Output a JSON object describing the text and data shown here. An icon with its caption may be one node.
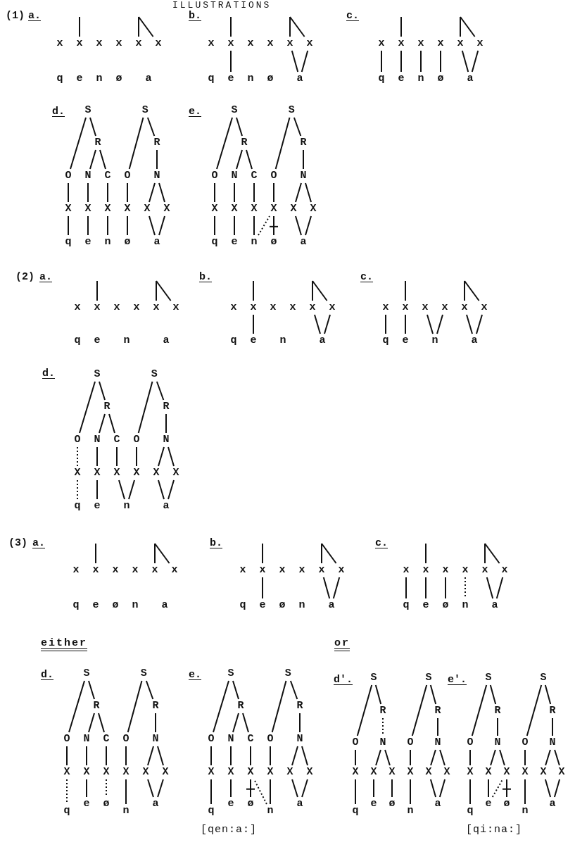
{
  "diagram": {
    "title": "ILLUSTRATIONS",
    "nodes": [
      {
        "text": [
          "x"
        ]
      },
      {
        "text": [
          "x"
        ]
      },
      {
        "text": [
          "x"
        ]
      },
      {
        "text": [
          "x"
        ]
      },
      {
        "text": [
          "x"
        ]
      },
      {
        "text": [
          "x"
        ]
      },
      {
        "text": [
          "q"
        ]
      },
      {
        "text": [
          "e"
        ]
      },
      {
        "text": [
          "n"
        ]
      },
      {
        "text": [
          "ø"
        ]
      },
      {
        "text": [
          "a"
        ]
      },
      {
        "text": [
          "x"
        ]
      },
      {
        "text": [
          "x"
        ]
      },
      {
        "text": [
          "x"
        ]
      },
      {
        "text": [
          "x"
        ]
      },
      {
        "text": [
          "x"
        ]
      },
      {
        "text": [
          "x"
        ]
      },
      {
        "text": [
          "q"
        ]
      },
      {
        "text": [
          "e"
        ]
      },
      {
        "text": [
          "n"
        ]
      },
      {
        "text": [
          "ø"
        ]
      },
      {
        "text": [
          "a"
        ]
      },
      {
        "text": [
          "x"
        ]
      },
      {
        "text": [
          "x"
        ]
      },
      {
        "text": [
          "x"
        ]
      },
      {
        "text": [
          "x"
        ]
      },
      {
        "text": [
          "x"
        ]
      },
      {
        "text": [
          "x"
        ]
      },
      {
        "text": [
          "q"
        ]
      },
      {
        "text": [
          "e"
        ]
      },
      {
        "text": [
          "n"
        ]
      },
      {
        "text": [
          "ø"
        ]
      },
      {
        "text": [
          "a"
        ]
      },
      {
        "text": [
          "S"
        ]
      },
      {
        "text": [
          "S"
        ]
      },
      {
        "text": [
          "R"
        ]
      },
      {
        "text": [
          "R"
        ]
      },
      {
        "text": [
          "O"
        ]
      },
      {
        "text": [
          "N"
        ]
      },
      {
        "text": [
          "C"
        ]
      },
      {
        "text": [
          "O"
        ]
      },
      {
        "text": [
          "N"
        ]
      },
      {
        "text": [
          "X"
        ]
      },
      {
        "text": [
          "X"
        ]
      },
      {
        "text": [
          "X"
        ]
      },
      {
        "text": [
          "X"
        ]
      },
      {
        "text": [
          "X"
        ]
      },
      {
        "text": [
          "X"
        ]
      },
      {
        "text": [
          "q"
        ]
      },
      {
        "text": [
          "e"
        ]
      },
      {
        "text": [
          "n"
        ]
      },
      {
        "text": [
          "ø"
        ]
      },
      {
        "text": [
          "a"
        ]
      },
      {
        "text": [
          "S"
        ]
      },
      {
        "text": [
          "S"
        ]
      },
      {
        "text": [
          "R"
        ]
      },
      {
        "text": [
          "R"
        ]
      },
      {
        "text": [
          "O"
        ]
      },
      {
        "text": [
          "N"
        ]
      },
      {
        "text": [
          "C"
        ]
      },
      {
        "text": [
          "O"
        ]
      },
      {
        "text": [
          "N"
        ]
      },
      {
        "text": [
          "X"
        ]
      },
      {
        "text": [
          "X"
        ]
      },
      {
        "text": [
          "X"
        ]
      },
      {
        "text": [
          "X"
        ]
      },
      {
        "text": [
          "X"
        ]
      },
      {
        "text": [
          "X"
        ]
      },
      {
        "text": [
          "q"
        ]
      },
      {
        "text": [
          "e"
        ]
      },
      {
        "text": [
          "n"
        ]
      },
      {
        "text": [
          "ø"
        ]
      },
      {
        "text": [
          "a"
        ]
      },
      {
        "text": [
          "x"
        ]
      },
      {
        "text": [
          "x"
        ]
      },
      {
        "text": [
          "x"
        ]
      },
      {
        "text": [
          "x"
        ]
      },
      {
        "text": [
          "x"
        ]
      },
      {
        "text": [
          "x"
        ]
      },
      {
        "text": [
          "q"
        ]
      },
      {
        "text": [
          "e"
        ]
      },
      {
        "text": [
          "n"
        ]
      },
      {
        "text": [
          "a"
        ]
      },
      {
        "text": [
          "x"
        ]
      },
      {
        "text": [
          "x"
        ]
      },
      {
        "text": [
          "x"
        ]
      },
      {
        "text": [
          "x"
        ]
      },
      {
        "text": [
          "x"
        ]
      },
      {
        "text": [
          "x"
        ]
      },
      {
        "text": [
          "q"
        ]
      },
      {
        "text": [
          "e"
        ]
      },
      {
        "text": [
          "n"
        ]
      },
      {
        "text": [
          "a"
        ]
      },
      {
        "text": [
          "x"
        ]
      },
      {
        "text": [
          "x"
        ]
      },
      {
        "text": [
          "x"
        ]
      },
      {
        "text": [
          "x"
        ]
      },
      {
        "text": [
          "x"
        ]
      },
      {
        "text": [
          "x"
        ]
      },
      {
        "text": [
          "q"
        ]
      },
      {
        "text": [
          "e"
        ]
      },
      {
        "text": [
          "n"
        ]
      },
      {
        "text": [
          "a"
        ]
      },
      {
        "text": [
          "S"
        ]
      },
      {
        "text": [
          "S"
        ]
      },
      {
        "text": [
          "R"
        ]
      },
      {
        "text": [
          "R"
        ]
      },
      {
        "text": [
          "O"
        ]
      },
      {
        "text": [
          "N"
        ]
      },
      {
        "text": [
          "C"
        ]
      },
      {
        "text": [
          "O"
        ]
      },
      {
        "text": [
          "N"
        ]
      },
      {
        "text": [
          "X"
        ]
      },
      {
        "text": [
          "X"
        ]
      },
      {
        "text": [
          "X"
        ]
      },
      {
        "text": [
          "X"
        ]
      },
      {
        "text": [
          "X"
        ]
      },
      {
        "text": [
          "X"
        ]
      },
      {
        "text": [
          "q"
        ]
      },
      {
        "text": [
          "e"
        ]
      },
      {
        "text": [
          "n"
        ]
      },
      {
        "text": [
          "a"
        ]
      },
      {
        "text": [
          "x"
        ]
      },
      {
        "text": [
          "x"
        ]
      },
      {
        "text": [
          "x"
        ]
      },
      {
        "text": [
          "x"
        ]
      },
      {
        "text": [
          "x"
        ]
      },
      {
        "text": [
          "x"
        ]
      },
      {
        "text": [
          "q"
        ]
      },
      {
        "text": [
          "e"
        ]
      },
      {
        "text": [
          "ø"
        ]
      },
      {
        "text": [
          "n"
        ]
      },
      {
        "text": [
          "a"
        ]
      },
      {
        "text": [
          "x"
        ]
      },
      {
        "text": [
          "x"
        ]
      },
      {
        "text": [
          "x"
        ]
      },
      {
        "text": [
          "x"
        ]
      },
      {
        "text": [
          "x"
        ]
      },
      {
        "text": [
          "x"
        ]
      },
      {
        "text": [
          "q"
        ]
      },
      {
        "text": [
          "e"
        ]
      },
      {
        "text": [
          "ø"
        ]
      },
      {
        "text": [
          "n"
        ]
      },
      {
        "text": [
          "a"
        ]
      },
      {
        "text": [
          "x"
        ]
      },
      {
        "text": [
          "x"
        ]
      },
      {
        "text": [
          "x"
        ]
      },
      {
        "text": [
          "x"
        ]
      },
      {
        "text": [
          "x"
        ]
      },
      {
        "text": [
          "x"
        ]
      },
      {
        "text": [
          "q"
        ]
      },
      {
        "text": [
          "e"
        ]
      },
      {
        "text": [
          "ø"
        ]
      },
      {
        "text": [
          "n"
        ]
      },
      {
        "text": [
          "a"
        ]
      },
      {
        "text": [
          "S"
        ]
      },
      {
        "text": [
          "S"
        ]
      },
      {
        "text": [
          "R"
        ]
      },
      {
        "text": [
          "R"
        ]
      },
      {
        "text": [
          "O"
        ]
      },
      {
        "text": [
          "N"
        ]
      },
      {
        "text": [
          "C"
        ]
      },
      {
        "text": [
          "O"
        ]
      },
      {
        "text": [
          "N"
        ]
      },
      {
        "text": [
          "X"
        ]
      },
      {
        "text": [
          "X"
        ]
      },
      {
        "text": [
          "X"
        ]
      },
      {
        "text": [
          "X"
        ]
      },
      {
        "text": [
          "X"
        ]
      },
      {
        "text": [
          "X"
        ]
      },
      {
        "text": [
          "q"
        ]
      },
      {
        "text": [
          "e"
        ]
      },
      {
        "text": [
          "ø"
        ]
      },
      {
        "text": [
          "n"
        ]
      },
      {
        "text": [
          "a"
        ]
      },
      {
        "text": [
          "S"
        ]
      },
      {
        "text": [
          "S"
        ]
      },
      {
        "text": [
          "R"
        ]
      },
      {
        "text": [
          "R"
        ]
      },
      {
        "text": [
          "O"
        ]
      },
      {
        "text": [
          "N"
        ]
      },
      {
        "text": [
          "C"
        ]
      },
      {
        "text": [
          "O"
        ]
      },
      {
        "text": [
          "N"
        ]
      },
      {
        "text": [
          "X"
        ]
      },
      {
        "text": [
          "X"
        ]
      },
      {
        "text": [
          "X"
        ]
      },
      {
        "text": [
          "X"
        ]
      },
      {
        "text": [
          "X"
        ]
      },
      {
        "text": [
          "X"
        ]
      },
      {
        "text": [
          "q"
        ]
      },
      {
        "text": [
          "e"
        ]
      },
      {
        "text": [
          "ø"
        ]
      },
      {
        "text": [
          "n"
        ]
      },
      {
        "text": [
          "a"
        ]
      },
      {
        "text": [
          "S"
        ]
      },
      {
        "text": [
          "S"
        ]
      },
      {
        "text": [
          "R"
        ]
      },
      {
        "text": [
          "R"
        ]
      },
      {
        "text": [
          "O"
        ]
      },
      {
        "text": [
          "N"
        ]
      },
      {
        "text": [
          "O"
        ]
      },
      {
        "text": [
          "N"
        ]
      },
      {
        "text": [
          "X"
        ]
      },
      {
        "text": [
          "X"
        ]
      },
      {
        "text": [
          "X"
        ]
      },
      {
        "text": [
          "X"
        ]
      },
      {
        "text": [
          "X"
        ]
      },
      {
        "text": [
          "X"
        ]
      },
      {
        "text": [
          "q"
        ]
      },
      {
        "text": [
          "e"
        ]
      },
      {
        "text": [
          "ø"
        ]
      },
      {
        "text": [
          "n"
        ]
      },
      {
        "text": [
          "a"
        ]
      },
      {
        "text": [
          "S"
        ]
      },
      {
        "text": [
          "S"
        ]
      },
      {
        "text": [
          "R"
        ]
      },
      {
        "text": [
          "R"
        ]
      },
      {
        "text": [
          "O"
        ]
      },
      {
        "text": [
          "N"
        ]
      },
      {
        "text": [
          "O"
        ]
      },
      {
        "text": [
          "N"
        ]
      },
      {
        "text": [
          "X"
        ]
      },
      {
        "text": [
          "X"
        ]
      },
      {
        "text": [
          "X"
        ]
      },
      {
        "text": [
          "X"
        ]
      },
      {
        "text": [
          "X"
        ]
      },
      {
        "text": [
          "X"
        ]
      },
      {
        "text": [
          "q"
        ]
      },
      {
        "text": [
          "e"
        ]
      },
      {
        "text": [
          "ø"
        ]
      },
      {
        "text": [
          "n"
        ]
      },
      {
        "text": [
          "a"
        ]
      }
    ],
    "edges": [
      {
        "from": null,
        "to": 1,
        "arrow": "none"
      },
      {
        "from": null,
        "to": 4,
        "arrow": "none"
      },
      {
        "from": null,
        "to": 5,
        "arrow": "none"
      },
      {
        "from": null,
        "to": 12,
        "arrow": "none"
      },
      {
        "from": null,
        "to": 15,
        "arrow": "none"
      },
      {
        "from": null,
        "to": 16,
        "arrow": "none"
      },
      {
        "from": 12,
        "to": 18,
        "arrow": "none"
      },
      {
        "from": 15,
        "to": 21,
        "arrow": "none"
      },
      {
        "from": 16,
        "to": 21,
        "arrow": "none"
      },
      {
        "from": null,
        "to": 23,
        "arrow": "none"
      },
      {
        "from": null,
        "to": 26,
        "arrow": "none"
      },
      {
        "from": null,
        "to": 27,
        "arrow": "none"
      },
      {
        "from": 22,
        "to": 28,
        "arrow": "none"
      },
      {
        "from": 23,
        "to": 29,
        "arrow": "none"
      },
      {
        "from": 24,
        "to": 30,
        "arrow": "none"
      },
      {
        "from": 25,
        "to": 31,
        "arrow": "none"
      },
      {
        "from": 26,
        "to": 32,
        "arrow": "none"
      },
      {
        "from": 27,
        "to": 32,
        "arrow": "none"
      },
      {
        "from": 33,
        "to": 37,
        "arrow": "none"
      },
      {
        "from": 33,
        "to": 35,
        "arrow": "none"
      },
      {
        "from": 35,
        "to": 38,
        "arrow": "none"
      },
      {
        "from": 35,
        "to": 39,
        "arrow": "none"
      },
      {
        "from": 34,
        "to": 40,
        "arrow": "none"
      },
      {
        "from": 34,
        "to": 36,
        "arrow": "none"
      },
      {
        "from": 36,
        "to": 41,
        "arrow": "none"
      },
      {
        "from": 37,
        "to": 42,
        "arrow": "none"
      },
      {
        "from": 38,
        "to": 43,
        "arrow": "none"
      },
      {
        "from": 39,
        "to": 44,
        "arrow": "none"
      },
      {
        "from": 40,
        "to": 45,
        "arrow": "none"
      },
      {
        "from": 41,
        "to": 46,
        "arrow": "none"
      },
      {
        "from": 41,
        "to": 47,
        "arrow": "none"
      },
      {
        "from": 42,
        "to": 48,
        "arrow": "none"
      },
      {
        "from": 43,
        "to": 49,
        "arrow": "none"
      },
      {
        "from": 44,
        "to": 50,
        "arrow": "none"
      },
      {
        "from": 45,
        "to": 51,
        "arrow": "none"
      },
      {
        "from": 46,
        "to": 52,
        "arrow": "none"
      },
      {
        "from": 47,
        "to": 52,
        "arrow": "none"
      },
      {
        "from": 53,
        "to": 57,
        "arrow": "none"
      },
      {
        "from": 53,
        "to": 55,
        "arrow": "none"
      },
      {
        "from": 55,
        "to": 58,
        "arrow": "none"
      },
      {
        "from": 55,
        "to": 59,
        "arrow": "none"
      },
      {
        "from": 54,
        "to": 60,
        "arrow": "none"
      },
      {
        "from": 54,
        "to": 56,
        "arrow": "none"
      },
      {
        "from": 56,
        "to": 61,
        "arrow": "none"
      },
      {
        "from": 57,
        "to": 62,
        "arrow": "none"
      },
      {
        "from": 58,
        "to": 63,
        "arrow": "none"
      },
      {
        "from": 59,
        "to": 64,
        "arrow": "none"
      },
      {
        "from": 60,
        "to": 65,
        "arrow": "none"
      },
      {
        "from": 61,
        "to": 66,
        "arrow": "none"
      },
      {
        "from": 61,
        "to": 67,
        "arrow": "none"
      },
      {
        "from": 62,
        "to": 68,
        "arrow": "none"
      },
      {
        "from": 63,
        "to": 69,
        "arrow": "none"
      },
      {
        "from": 64,
        "to": 70,
        "arrow": "none"
      },
      {
        "from": 65,
        "to": 71,
        "arrow": "none"
      },
      {
        "from": 70,
        "to": 65,
        "arrow": "none",
        "style": "dashed"
      },
      {
        "from": 66,
        "to": 72,
        "arrow": "none"
      },
      {
        "from": 67,
        "to": 72,
        "arrow": "none"
      },
      {
        "from": null,
        "to": 74,
        "arrow": "none"
      },
      {
        "from": null,
        "to": 77,
        "arrow": "none"
      },
      {
        "from": null,
        "to": 78,
        "arrow": "none"
      },
      {
        "from": null,
        "to": 84,
        "arrow": "none"
      },
      {
        "from": null,
        "to": 87,
        "arrow": "none"
      },
      {
        "from": null,
        "to": 88,
        "arrow": "none"
      },
      {
        "from": 84,
        "to": 90,
        "arrow": "none"
      },
      {
        "from": 87,
        "to": 92,
        "arrow": "none"
      },
      {
        "from": 88,
        "to": 92,
        "arrow": "none"
      },
      {
        "from": null,
        "to": 94,
        "arrow": "none"
      },
      {
        "from": null,
        "to": 97,
        "arrow": "none"
      },
      {
        "from": null,
        "to": 98,
        "arrow": "none"
      },
      {
        "from": 93,
        "to": 99,
        "arrow": "none"
      },
      {
        "from": 94,
        "to": 100,
        "arrow": "none"
      },
      {
        "from": 95,
        "to": 101,
        "arrow": "none"
      },
      {
        "from": 96,
        "to": 101,
        "arrow": "none"
      },
      {
        "from": 97,
        "to": 102,
        "arrow": "none"
      },
      {
        "from": 98,
        "to": 102,
        "arrow": "none"
      },
      {
        "from": 103,
        "to": 107,
        "arrow": "none"
      },
      {
        "from": 103,
        "to": 105,
        "arrow": "none"
      },
      {
        "from": 105,
        "to": 108,
        "arrow": "none"
      },
      {
        "from": 105,
        "to": 109,
        "arrow": "none"
      },
      {
        "from": 104,
        "to": 110,
        "arrow": "none"
      },
      {
        "from": 104,
        "to": 106,
        "arrow": "none"
      },
      {
        "from": 106,
        "to": 111,
        "arrow": "none"
      },
      {
        "from": 107,
        "to": 112,
        "arrow": "none",
        "style": "dashed"
      },
      {
        "from": 108,
        "to": 113,
        "arrow": "none"
      },
      {
        "from": 109,
        "to": 114,
        "arrow": "none"
      },
      {
        "from": 110,
        "to": 115,
        "arrow": "none"
      },
      {
        "from": 111,
        "to": 116,
        "arrow": "none"
      },
      {
        "from": 111,
        "to": 117,
        "arrow": "none"
      },
      {
        "from": 112,
        "to": 118,
        "arrow": "none",
        "style": "dashed"
      },
      {
        "from": 113,
        "to": 119,
        "arrow": "none"
      },
      {
        "from": 114,
        "to": 120,
        "arrow": "none"
      },
      {
        "from": 115,
        "to": 120,
        "arrow": "none"
      },
      {
        "from": 116,
        "to": 121,
        "arrow": "none"
      },
      {
        "from": 117,
        "to": 121,
        "arrow": "none"
      },
      {
        "from": null,
        "to": 123,
        "arrow": "none"
      },
      {
        "from": null,
        "to": 126,
        "arrow": "none"
      },
      {
        "from": null,
        "to": 127,
        "arrow": "none"
      },
      {
        "from": null,
        "to": 134,
        "arrow": "none"
      },
      {
        "from": null,
        "to": 137,
        "arrow": "none"
      },
      {
        "from": null,
        "to": 138,
        "arrow": "none"
      },
      {
        "from": 134,
        "to": 140,
        "arrow": "none"
      },
      {
        "from": 137,
        "to": 143,
        "arrow": "none"
      },
      {
        "from": 138,
        "to": 143,
        "arrow": "none"
      },
      {
        "from": null,
        "to": 145,
        "arrow": "none"
      },
      {
        "from": null,
        "to": 148,
        "arrow": "none"
      },
      {
        "from": null,
        "to": 149,
        "arrow": "none"
      },
      {
        "from": 144,
        "to": 150,
        "arrow": "none"
      },
      {
        "from": 145,
        "to": 151,
        "arrow": "none"
      },
      {
        "from": 146,
        "to": 152,
        "arrow": "none"
      },
      {
        "from": 147,
        "to": 153,
        "arrow": "none",
        "style": "dashed"
      },
      {
        "from": 148,
        "to": 154,
        "arrow": "none"
      },
      {
        "from": 149,
        "to": 154,
        "arrow": "none"
      },
      {
        "from": 155,
        "to": 159,
        "arrow": "none"
      },
      {
        "from": 155,
        "to": 157,
        "arrow": "none"
      },
      {
        "from": 157,
        "to": 160,
        "arrow": "none"
      },
      {
        "from": 157,
        "to": 161,
        "arrow": "none"
      },
      {
        "from": 156,
        "to": 162,
        "arrow": "none"
      },
      {
        "from": 156,
        "to": 158,
        "arrow": "none"
      },
      {
        "from": 158,
        "to": 163,
        "arrow": "none"
      },
      {
        "from": 159,
        "to": 164,
        "arrow": "none"
      },
      {
        "from": 160,
        "to": 165,
        "arrow": "none"
      },
      {
        "from": 161,
        "to": 166,
        "arrow": "none"
      },
      {
        "from": 162,
        "to": 167,
        "arrow": "none"
      },
      {
        "from": 163,
        "to": 168,
        "arrow": "none"
      },
      {
        "from": 163,
        "to": 169,
        "arrow": "none"
      },
      {
        "from": 164,
        "to": 170,
        "arrow": "none",
        "style": "dashed"
      },
      {
        "from": 165,
        "to": 171,
        "arrow": "none"
      },
      {
        "from": 166,
        "to": 172,
        "arrow": "none",
        "style": "dashed"
      },
      {
        "from": 167,
        "to": 173,
        "arrow": "none"
      },
      {
        "from": 168,
        "to": 174,
        "arrow": "none"
      },
      {
        "from": 169,
        "to": 174,
        "arrow": "none"
      },
      {
        "from": 175,
        "to": 179,
        "arrow": "none"
      },
      {
        "from": 175,
        "to": 177,
        "arrow": "none"
      },
      {
        "from": 177,
        "to": 180,
        "arrow": "none"
      },
      {
        "from": 177,
        "to": 181,
        "arrow": "none"
      },
      {
        "from": 176,
        "to": 182,
        "arrow": "none"
      },
      {
        "from": 176,
        "to": 178,
        "arrow": "none"
      },
      {
        "from": 178,
        "to": 183,
        "arrow": "none"
      },
      {
        "from": 179,
        "to": 184,
        "arrow": "none"
      },
      {
        "from": 180,
        "to": 185,
        "arrow": "none"
      },
      {
        "from": 181,
        "to": 186,
        "arrow": "none"
      },
      {
        "from": 182,
        "to": 187,
        "arrow": "none"
      },
      {
        "from": 183,
        "to": 188,
        "arrow": "none"
      },
      {
        "from": 183,
        "to": 189,
        "arrow": "none"
      },
      {
        "from": 184,
        "to": 190,
        "arrow": "none"
      },
      {
        "from": 185,
        "to": 191,
        "arrow": "none"
      },
      {
        "from": 186,
        "to": 192,
        "arrow": "none"
      },
      {
        "from": 193,
        "to": 186,
        "arrow": "none",
        "style": "dashed"
      },
      {
        "from": 187,
        "to": 193,
        "arrow": "none"
      },
      {
        "from": 188,
        "to": 194,
        "arrow": "none"
      },
      {
        "from": 189,
        "to": 194,
        "arrow": "none"
      },
      {
        "from": 195,
        "to": 199,
        "arrow": "none"
      },
      {
        "from": 195,
        "to": 197,
        "arrow": "none"
      },
      {
        "from": 197,
        "to": 200,
        "arrow": "none",
        "style": "dashed"
      },
      {
        "from": 196,
        "to": 201,
        "arrow": "none"
      },
      {
        "from": 196,
        "to": 198,
        "arrow": "none"
      },
      {
        "from": 198,
        "to": 202,
        "arrow": "none"
      },
      {
        "from": 199,
        "to": 203,
        "arrow": "none"
      },
      {
        "from": 200,
        "to": 204,
        "arrow": "none"
      },
      {
        "from": 200,
        "to": 205,
        "arrow": "none"
      },
      {
        "from": 201,
        "to": 206,
        "arrow": "none"
      },
      {
        "from": 202,
        "to": 207,
        "arrow": "none"
      },
      {
        "from": 202,
        "to": 208,
        "arrow": "none"
      },
      {
        "from": 203,
        "to": 209,
        "arrow": "none"
      },
      {
        "from": 204,
        "to": 210,
        "arrow": "none"
      },
      {
        "from": 205,
        "to": 211,
        "arrow": "none"
      },
      {
        "from": 206,
        "to": 212,
        "arrow": "none"
      },
      {
        "from": 207,
        "to": 213,
        "arrow": "none"
      },
      {
        "from": 208,
        "to": 213,
        "arrow": "none"
      },
      {
        "from": 214,
        "to": 218,
        "arrow": "none"
      },
      {
        "from": 214,
        "to": 216,
        "arrow": "none"
      },
      {
        "from": 216,
        "to": 219,
        "arrow": "none"
      },
      {
        "from": 215,
        "to": 220,
        "arrow": "none"
      },
      {
        "from": 215,
        "to": 217,
        "arrow": "none"
      },
      {
        "from": 217,
        "to": 221,
        "arrow": "none"
      },
      {
        "from": 218,
        "to": 222,
        "arrow": "none"
      },
      {
        "from": 219,
        "to": 223,
        "arrow": "none"
      },
      {
        "from": 219,
        "to": 224,
        "arrow": "none"
      },
      {
        "from": 220,
        "to": 225,
        "arrow": "none"
      },
      {
        "from": 221,
        "to": 226,
        "arrow": "none"
      },
      {
        "from": 221,
        "to": 227,
        "arrow": "none"
      },
      {
        "from": 222,
        "to": 228,
        "arrow": "none"
      },
      {
        "from": 223,
        "to": 229,
        "arrow": "none"
      },
      {
        "from": 224,
        "to": 230,
        "arrow": "none"
      },
      {
        "from": 229,
        "to": 224,
        "arrow": "none",
        "style": "dashed"
      },
      {
        "from": 225,
        "to": 231,
        "arrow": "none"
      },
      {
        "from": 226,
        "to": 232,
        "arrow": "none"
      },
      {
        "from": 227,
        "to": 232,
        "arrow": "none"
      }
    ],
    "labels": [
      "(1)",
      "a.",
      "b.",
      "c.",
      "d.",
      "e.",
      "(2)",
      "a.",
      "b.",
      "c.",
      "d.",
      "(3)",
      "a.",
      "b.",
      "c.",
      "either",
      "or",
      "d.",
      "e.",
      "d'.",
      "e'.",
      "[qen:a:]",
      "[qi:na:]"
    ]
  }
}
